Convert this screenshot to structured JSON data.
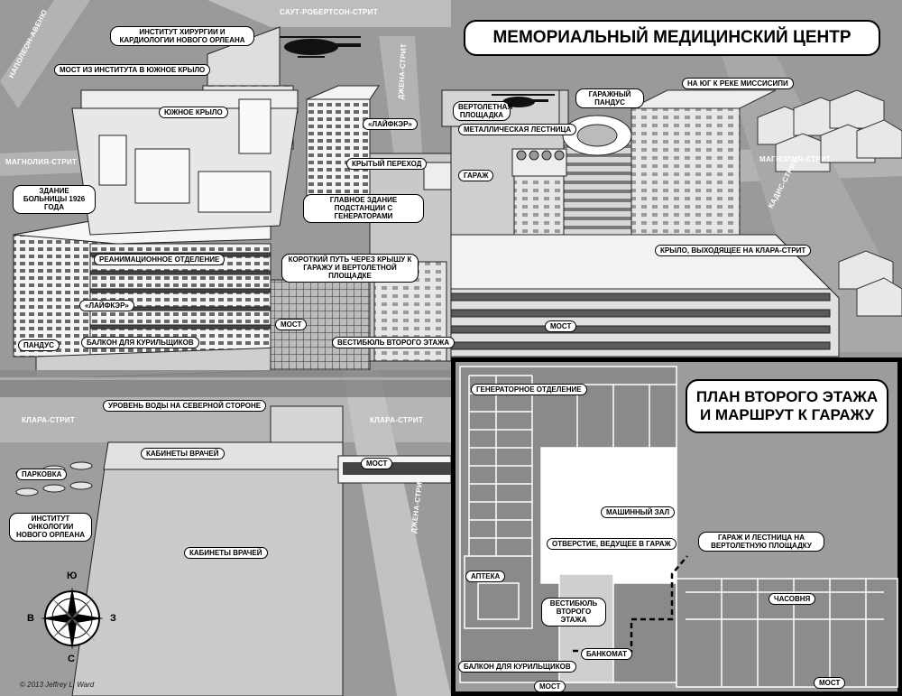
{
  "title": "МЕМОРИАЛЬНЫЙ МЕДИЦИНСКИЙ ЦЕНТР",
  "plan_title_line1": "ПЛАН ВТОРОГО ЭТАЖА",
  "plan_title_line2": "И МАРШРУТ К ГАРАЖУ",
  "streets": {
    "south_robertson": "САУТ-РОБЕРТСОН-СТРИТ",
    "napoleon": "НАПОЛЕОН-АВЕНЮ",
    "magnolia_left": "МАГНОЛИЯ-СТРИТ",
    "jena_top": "ДЖЕНА-СТРИТ",
    "magnolia_right": "МАГНОЛИЯ-СТРИТ",
    "cadiz": "КАДИС-СТРИТ",
    "clara_left": "КЛАРА-СТРИТ",
    "clara_mid": "КЛАРА-СТРИТ",
    "jena_bottom": "ДЖЕНА-СТРИТ"
  },
  "labels": {
    "surgery_institute": "ИНСТИТУТ ХИРУРГИИ И КАРДИОЛОГИИ НОВОГО ОРЛЕАНА",
    "bridge_south_wing": "МОСТ ИЗ ИНСТИТУТА В ЮЖНОЕ КРЫЛО",
    "south_wing": "ЮЖНОЕ КРЫЛО",
    "lifecare_top": "«ЛАЙФКЭР»",
    "covered_passage": "КРЫТЫЙ ПЕРЕХОД",
    "hospital_1926": "ЗДАНИЕ БОЛЬНИЦЫ 1926 ГОДА",
    "substation": "ГЛАВНОЕ ЗДАНИЕ ПОДСТАНЦИИ С ГЕНЕРАТОРАМИ",
    "icu": "РЕАНИМАЦИОННОЕ ОТДЕЛЕНИЕ",
    "shortcut": "КОРОТКИЙ ПУТЬ ЧЕРЕЗ КРЫШУ К ГАРАЖУ И ВЕРТОЛЕТНОЙ ПЛОЩАДКЕ",
    "lifecare_bottom": "«ЛАЙФКЭР»",
    "bridge_mid": "МОСТ",
    "lobby_second": "ВЕСТИБЮЛЬ ВТОРОГО ЭТАЖА",
    "ramp": "ПАНДУС",
    "smokers_balcony": "БАЛКОН ДЛЯ КУРИЛЬЩИКОВ",
    "water_level": "УРОВЕНЬ ВОДЫ НА СЕВЕРНОЙ СТОРОНЕ",
    "heliport": "ВЕРТОЛЕТНАЯ ПЛОЩАДКА",
    "metal_stairs": "МЕТАЛЛИЧЕСКАЯ ЛЕСТНИЦА",
    "garage_ramp": "ГАРАЖНЫЙ ПАНДУС",
    "garage": "ГАРАЖ",
    "south_river": "НА ЮГ К РЕКЕ МИССИСИПИ",
    "clara_wing": "КРЫЛО, ВЫХОДЯЩЕЕ НА КЛАРА-СТРИТ",
    "bridge_right": "МОСТ",
    "doctors_offices_1": "КАБИНЕТЫ ВРАЧЕЙ",
    "parking": "ПАРКОВКА",
    "oncology": "ИНСТИТУТ ОНКОЛОГИИ НОВОГО ОРЛЕАНА",
    "bridge_lower": "МОСТ",
    "doctors_offices_2": "КАБИНЕТЫ ВРАЧЕЙ"
  },
  "plan_labels": {
    "generator": "ГЕНЕРАТОРНОЕ ОТДЕЛЕНИЕ",
    "machine_room": "МАШИННЫЙ ЗАЛ",
    "opening": "ОТВЕРСТИЕ, ВЕДУЩЕЕ В ГАРАЖ",
    "garage_stairs": "ГАРАЖ И ЛЕСТНИЦА НА ВЕРТОЛЕТНУЮ ПЛОЩАДКУ",
    "pharmacy": "АПТЕКА",
    "chapel": "ЧАСОВНЯ",
    "lobby": "ВЕСТИБЮЛЬ ВТОРОГО ЭТАЖА",
    "atm": "БАНКОМАТ",
    "balcony": "БАЛКОН ДЛЯ КУРИЛЬЩИКОВ",
    "bridge_left": "МОСТ",
    "bridge_right": "МОСТ"
  },
  "compass": {
    "n": "Ю",
    "s": "С",
    "w": "В",
    "e": "З"
  },
  "copyright": "© 2013 Jeffrey L. Ward"
}
